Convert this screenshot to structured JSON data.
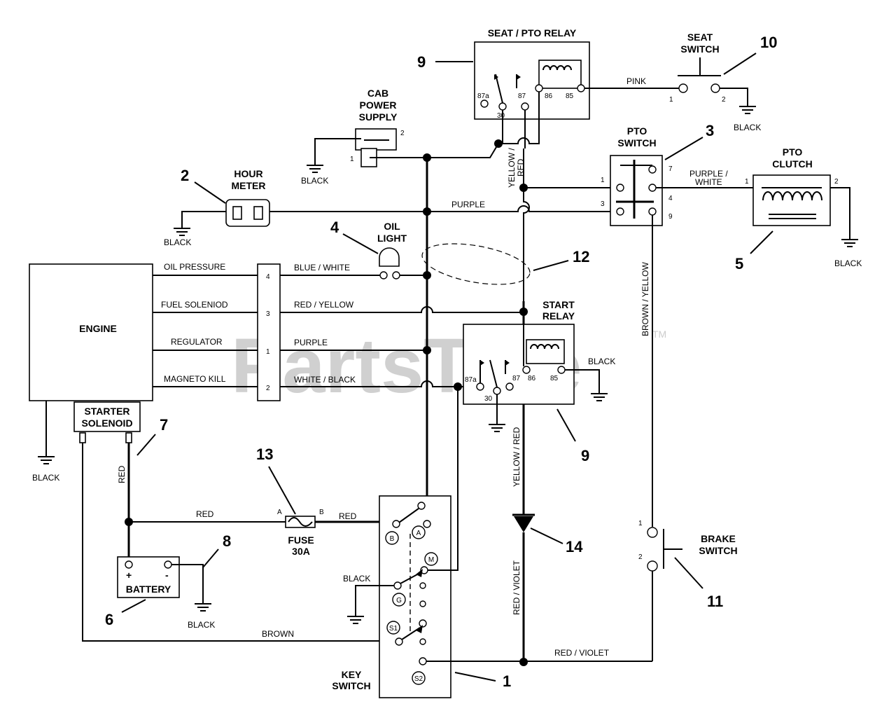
{
  "watermark": {
    "text": "PartsTree",
    "tm": "TM"
  },
  "components": {
    "seat_pto_relay": "SEAT / PTO RELAY",
    "seat_switch": [
      "SEAT",
      "SWITCH"
    ],
    "cab_power_supply": [
      "CAB",
      "POWER",
      "SUPPLY"
    ],
    "hour_meter": [
      "HOUR",
      "METER"
    ],
    "oil_light": [
      "OIL",
      "LIGHT"
    ],
    "pto_switch": [
      "PTO",
      "SWITCH"
    ],
    "pto_clutch": [
      "PTO",
      "CLUTCH"
    ],
    "engine": "ENGINE",
    "starter_solenoid": [
      "STARTER",
      "SOLENOID"
    ],
    "start_relay": [
      "START",
      "RELAY"
    ],
    "fuse": [
      "FUSE",
      "30A"
    ],
    "battery": "BATTERY",
    "key_switch": [
      "KEY",
      "SWITCH"
    ],
    "brake_switch": [
      "BRAKE",
      "SWITCH"
    ]
  },
  "engine_signals": [
    "OIL PRESSURE",
    "FUEL SOLENIOD",
    "REGULATOR",
    "MAGNETO KILL"
  ],
  "connector_pins": [
    "4",
    "3",
    "1",
    "2"
  ],
  "wires": {
    "pink": "PINK",
    "purple_white": [
      "PURPLE /",
      "WHITE"
    ],
    "purple": "PURPLE",
    "blue_white": "BLUE / WHITE",
    "red_yellow": "RED / YELLOW",
    "white_black": "WHITE / BLACK",
    "red": "RED",
    "brown": "BROWN",
    "yellow_red": "YELLOW / RED",
    "yellow_red_split": [
      "YELLOW /",
      "RED"
    ],
    "red_violet": "RED / VIOLET",
    "brown_yellow": "BROWN / YELLOW",
    "black": "BLACK"
  },
  "relay_pins": {
    "p87a": "87a",
    "p30": "30",
    "p87": "87",
    "p86": "86",
    "p85": "85"
  },
  "key_positions": [
    "A",
    "B",
    "M",
    "G",
    "S1",
    "S2"
  ],
  "pins": {
    "one": "1",
    "two": "2",
    "three": "3",
    "four": "4",
    "seven": "7",
    "nine": "9",
    "a": "A",
    "b": "B",
    "plus": "+",
    "minus": "-"
  },
  "callouts": [
    "1",
    "2",
    "3",
    "4",
    "5",
    "6",
    "7",
    "8",
    "9",
    "9",
    "10",
    "11",
    "12",
    "13",
    "14"
  ]
}
